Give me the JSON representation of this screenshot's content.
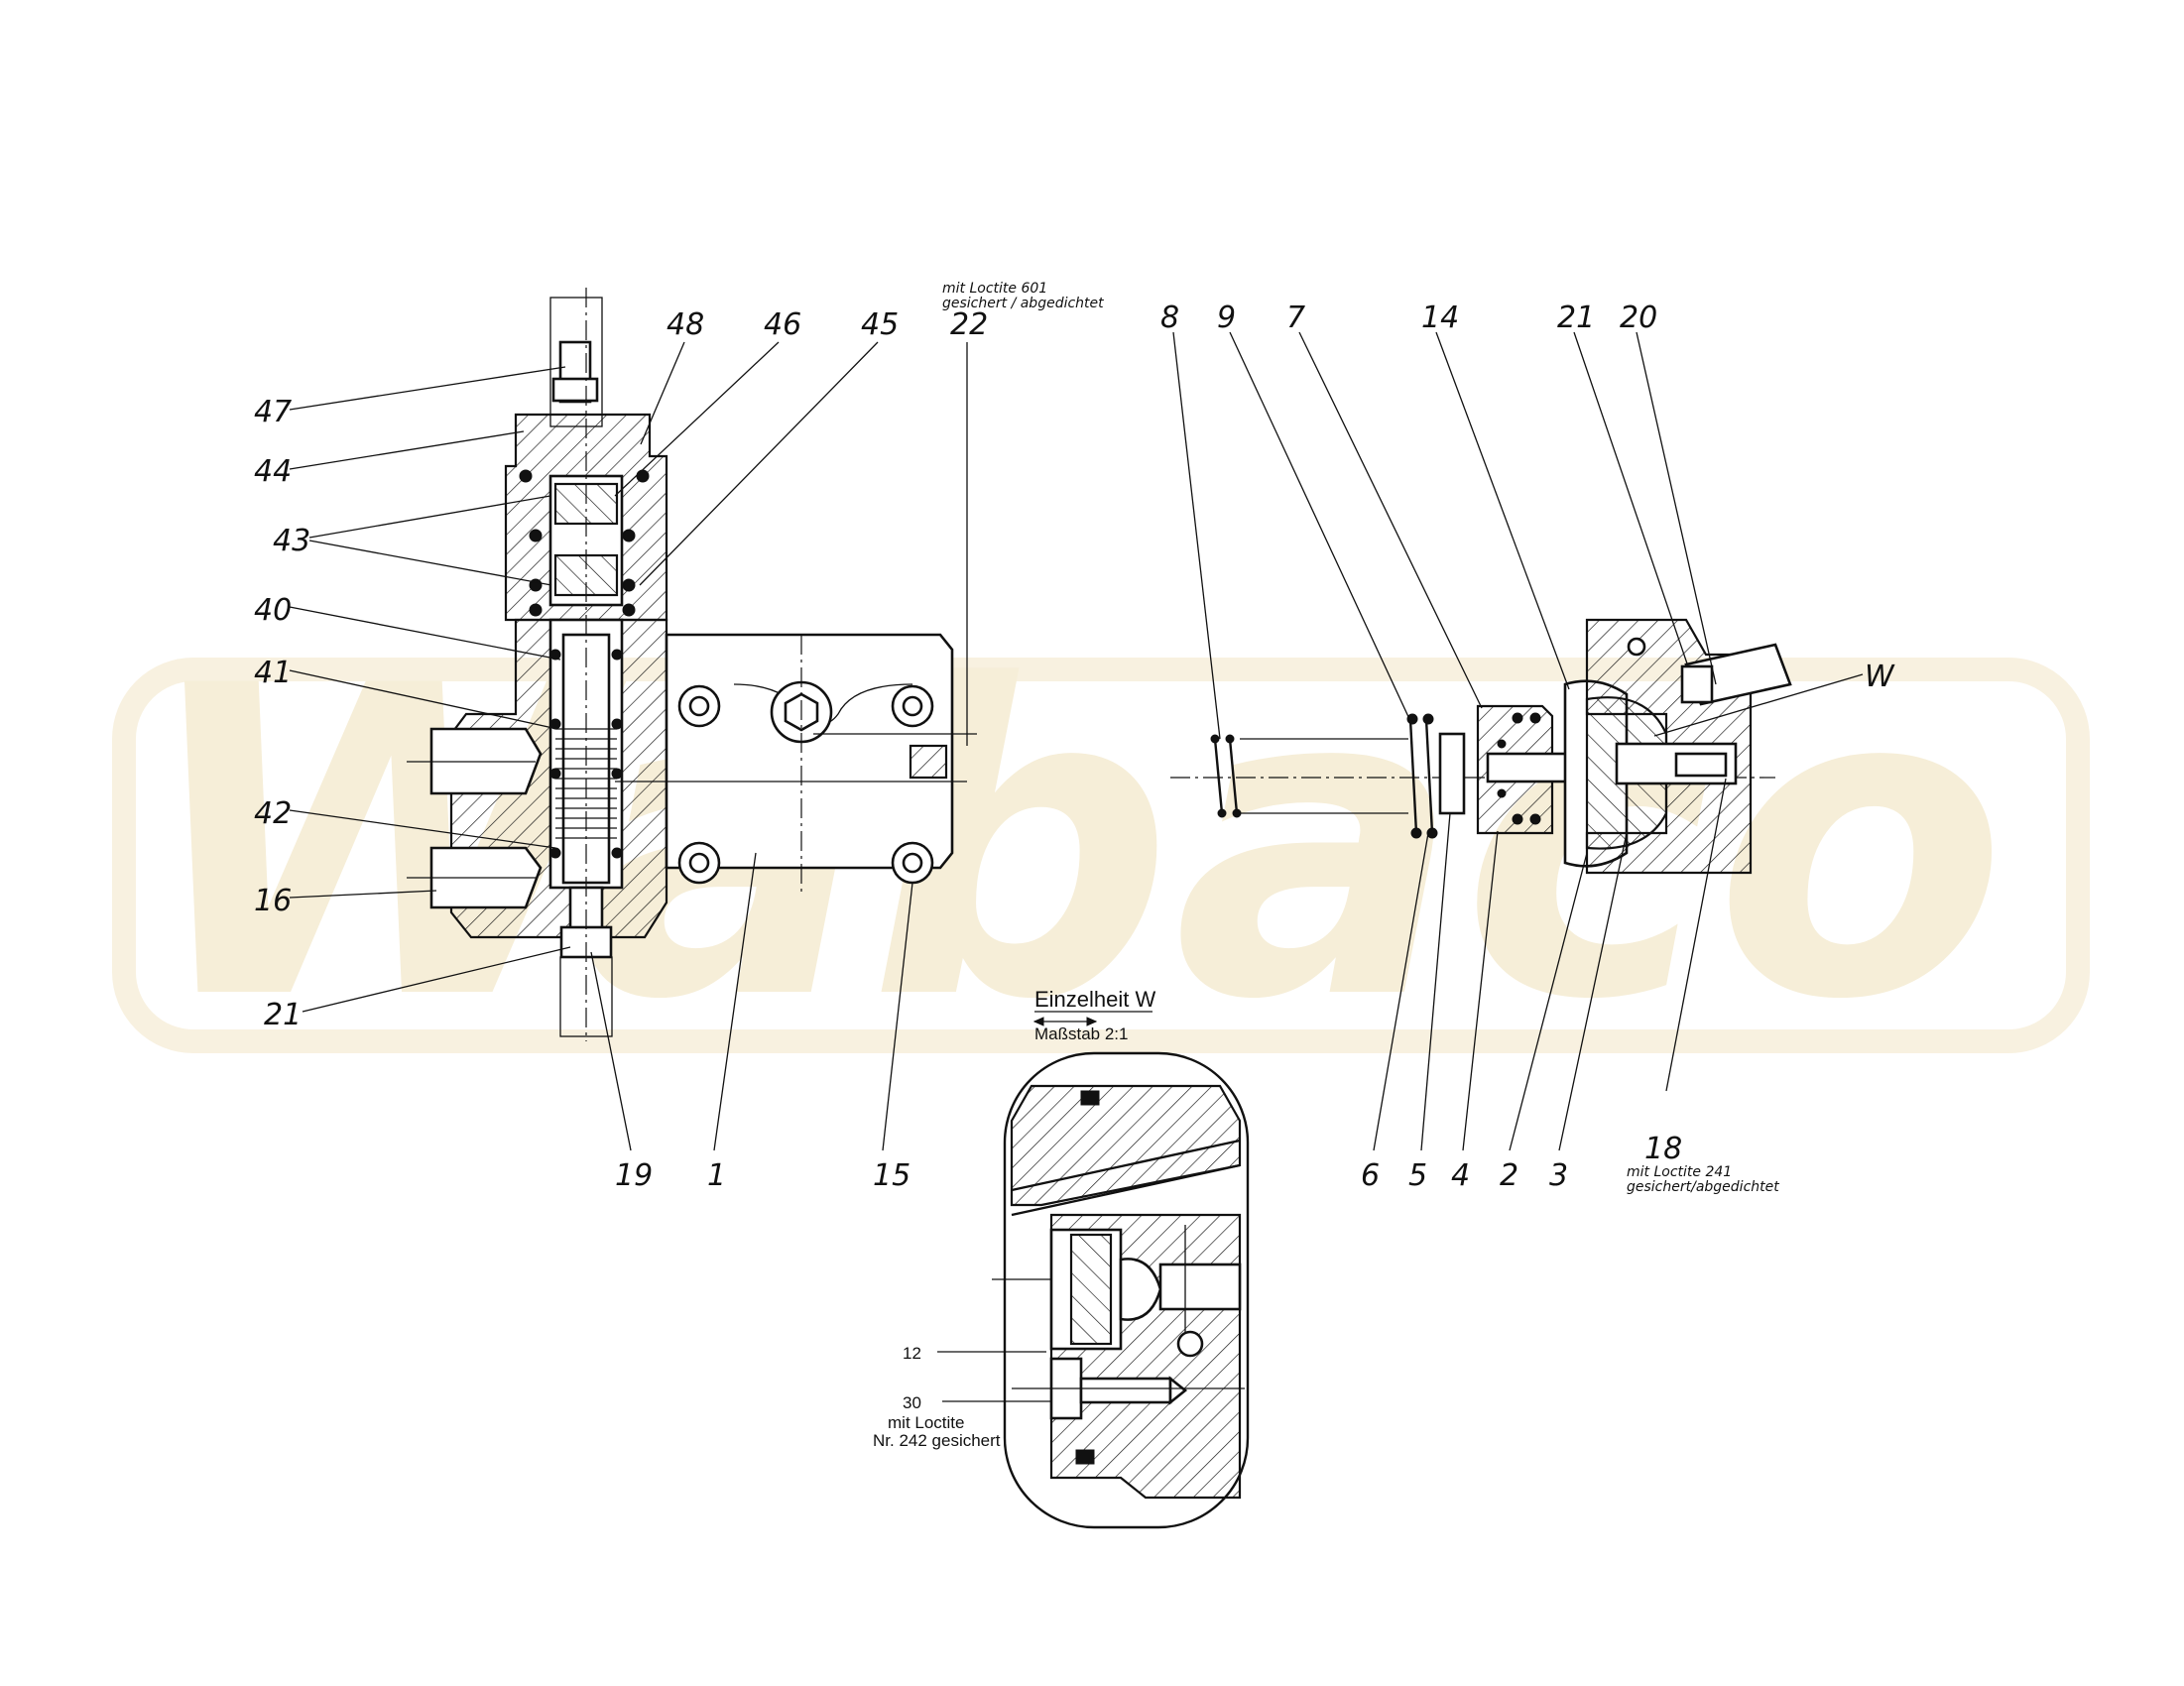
{
  "watermark": "Wabaco",
  "notes": {
    "loctite_601": [
      "mit Loctite 601",
      "gesichert / abgedichtet"
    ],
    "loctite_241": [
      "mit Loctite 241",
      "gesichert/abgedichtet"
    ],
    "loctite_242": [
      "mit Loctite",
      "Nr. 242 gesichert"
    ]
  },
  "detail": {
    "title": "Einzelheit W",
    "scale": "Maßstab 2:1",
    "callout_letter": "W"
  },
  "left_assembly_labels": {
    "p47": "47",
    "p44": "44",
    "p43": "43",
    "p40": "40",
    "p41": "41",
    "p42": "42",
    "p16": "16",
    "p21": "21",
    "p48": "48",
    "p46": "46",
    "p45": "45",
    "p22": "22",
    "p19": "19",
    "p1": "1",
    "p15": "15"
  },
  "right_assembly_labels": {
    "p8": "8",
    "p9": "9",
    "p7": "7",
    "p14": "14",
    "p21": "21",
    "p20": "20",
    "p6": "6",
    "p5": "5",
    "p4": "4",
    "p2": "2",
    "p3": "3",
    "p18": "18"
  },
  "detail_labels": {
    "p12": "12",
    "p30": "30"
  }
}
